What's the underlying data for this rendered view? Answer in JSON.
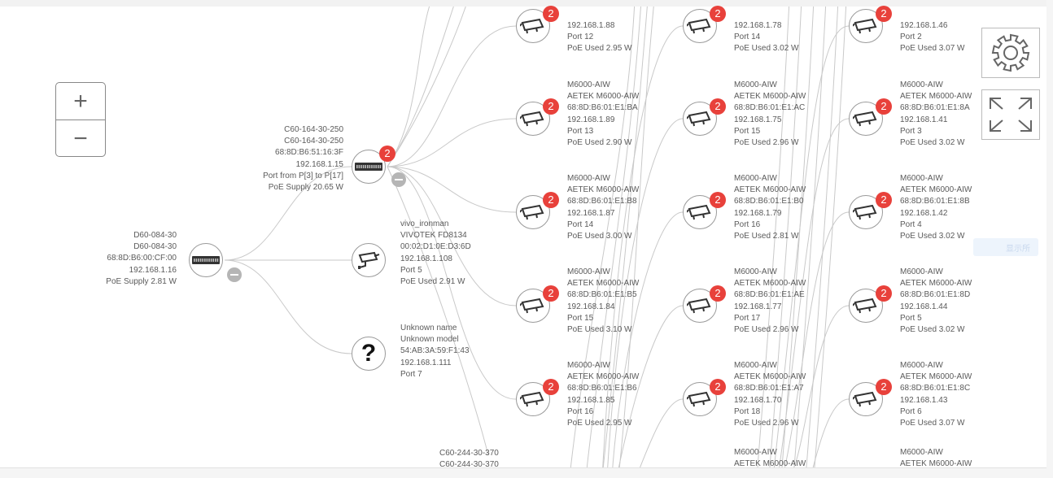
{
  "colors": {
    "badge": "#e8413b",
    "link": "#c9c9c9",
    "node_border": "#9a9a9a",
    "text": "#5a5a5a"
  },
  "controls": {
    "zoom_in_label": "+",
    "zoom_out_label": "−",
    "settings_icon": "gear-icon",
    "fullscreen_icon": "expand-icon"
  },
  "ghost_text": "显示所",
  "root_switch": {
    "icon": "switch-icon",
    "lines": [
      "D60-084-30",
      "D60-084-30",
      "68:8D:B6:00:CF:00",
      "192.168.1.16",
      "PoE Supply 2.81 W"
    ]
  },
  "mid_switch": {
    "icon": "switch-icon",
    "badge": "2",
    "lines": [
      "C60-164-30-250",
      "C60-164-30-250",
      "68:8D:B6:51:16:3F",
      "192.168.1.15",
      "Port from P[3] to P[17]",
      "PoE Supply 20.65 W"
    ]
  },
  "camera": {
    "icon": "camera-icon",
    "lines": [
      "vivo_ironman",
      "VIVOTEK FD8134",
      "00:02:D1:0E:D3:6D",
      "192.168.1.108",
      "Port 5",
      "PoE Used 2.91 W"
    ]
  },
  "unknown": {
    "icon": "question-icon",
    "lines": [
      "Unknown name",
      "Unknown model",
      "54:AB:3A:59:F1:43",
      "192.168.1.111",
      "Port 7"
    ]
  },
  "bottom_switch": {
    "lines": [
      "C60-244-30-370",
      "C60-244-30-370"
    ]
  },
  "ap_columns": [
    {
      "aps": [
        {
          "badge": "2",
          "lines": [
            "192.168.1.88",
            "Port 12",
            "PoE Used 2.95 W"
          ]
        },
        {
          "badge": "2",
          "lines": [
            "M6000-AIW",
            "AETEK M6000-AIW",
            "68:8D:B6:01:E1:BA",
            "192.168.1.89",
            "Port 13",
            "PoE Used 2.90 W"
          ]
        },
        {
          "badge": "2",
          "lines": [
            "M6000-AIW",
            "AETEK M6000-AIW",
            "68:8D:B6:01:E1:B8",
            "192.168.1.87",
            "Port 14",
            "PoE Used 3.00 W"
          ]
        },
        {
          "badge": "2",
          "lines": [
            "M6000-AIW",
            "AETEK M6000-AIW",
            "68:8D:B6:01:E1:B5",
            "192.168.1.84",
            "Port 15",
            "PoE Used 3.10 W"
          ]
        },
        {
          "badge": "2",
          "lines": [
            "M6000-AIW",
            "AETEK M6000-AIW",
            "68:8D:B6:01:E1:B6",
            "192.168.1.85",
            "Port 16",
            "PoE Used 2.95 W"
          ]
        }
      ]
    },
    {
      "aps": [
        {
          "badge": "2",
          "lines": [
            "192.168.1.78",
            "Port 14",
            "PoE Used 3.02 W"
          ]
        },
        {
          "badge": "2",
          "lines": [
            "M6000-AIW",
            "AETEK M6000-AIW",
            "68:8D:B6:01:E1:AC",
            "192.168.1.75",
            "Port 15",
            "PoE Used 2.96 W"
          ]
        },
        {
          "badge": "2",
          "lines": [
            "M6000-AIW",
            "AETEK M6000-AIW",
            "68:8D:B6:01:E1:B0",
            "192.168.1.79",
            "Port 16",
            "PoE Used 2.81 W"
          ]
        },
        {
          "badge": "2",
          "lines": [
            "M6000-AIW",
            "AETEK M6000-AIW",
            "68:8D:B6:01:E1:AE",
            "192.168.1.77",
            "Port 17",
            "PoE Used 2.96 W"
          ]
        },
        {
          "badge": "2",
          "lines": [
            "M6000-AIW",
            "AETEK M6000-AIW",
            "68:8D:B6:01:E1:A7",
            "192.168.1.70",
            "Port 18",
            "PoE Used 2.96 W"
          ]
        },
        {
          "badge": "",
          "lines": [
            "M6000-AIW",
            "AETEK M6000-AIW"
          ]
        }
      ]
    },
    {
      "aps": [
        {
          "badge": "2",
          "lines": [
            "192.168.1.46",
            "Port 2",
            "PoE Used 3.07 W"
          ]
        },
        {
          "badge": "2",
          "lines": [
            "M6000-AIW",
            "AETEK M6000-AIW",
            "68:8D:B6:01:E1:8A",
            "192.168.1.41",
            "Port 3",
            "PoE Used 3.02 W"
          ]
        },
        {
          "badge": "2",
          "lines": [
            "M6000-AIW",
            "AETEK M6000-AIW",
            "68:8D:B6:01:E1:8B",
            "192.168.1.42",
            "Port 4",
            "PoE Used 3.02 W"
          ]
        },
        {
          "badge": "2",
          "lines": [
            "M6000-AIW",
            "AETEK M6000-AIW",
            "68:8D:B6:01:E1:8D",
            "192.168.1.44",
            "Port 5",
            "PoE Used 3.02 W"
          ]
        },
        {
          "badge": "2",
          "lines": [
            "M6000-AIW",
            "AETEK M6000-AIW",
            "68:8D:B6:01:E1:8C",
            "192.168.1.43",
            "Port 6",
            "PoE Used 3.07 W"
          ]
        },
        {
          "badge": "",
          "lines": [
            "M6000-AIW",
            "AETEK M6000-AIW"
          ]
        }
      ]
    }
  ]
}
